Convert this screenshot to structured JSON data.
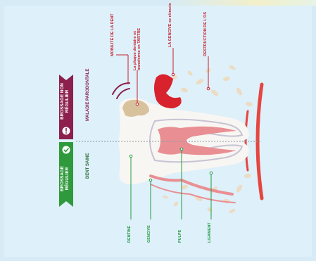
{
  "labels": {
    "mobilite": "MOBILITÉ DE LA DENT",
    "plaque": "La plaque dentaire se transforme en TARTRE",
    "gencive_retracte": "LA GENCIVE se rétracte",
    "destruction": "DESTRUCTION DE L'OS",
    "maladie": "MALADIE PARODONTALE",
    "dent_saine": "DENT SAINE",
    "dentine": "DENTINE",
    "gencive": "GENCIVE",
    "pulpe": "PULPE",
    "ligament": "LIGAMENT"
  },
  "legend": {
    "bad": {
      "text": "BROSSAGE NON RÉGULIER",
      "icon": "exclamation-icon"
    },
    "good": {
      "text": "BROSSAGE RÉGULIER",
      "icon": "check-icon"
    }
  },
  "colors": {
    "maroon": "#8c1f4d",
    "green": "#2f9a3c",
    "gum_red": "#d8222d",
    "pink": "#e98f93",
    "tartar": "#d8c29e",
    "bone": "#ecdcc3"
  }
}
